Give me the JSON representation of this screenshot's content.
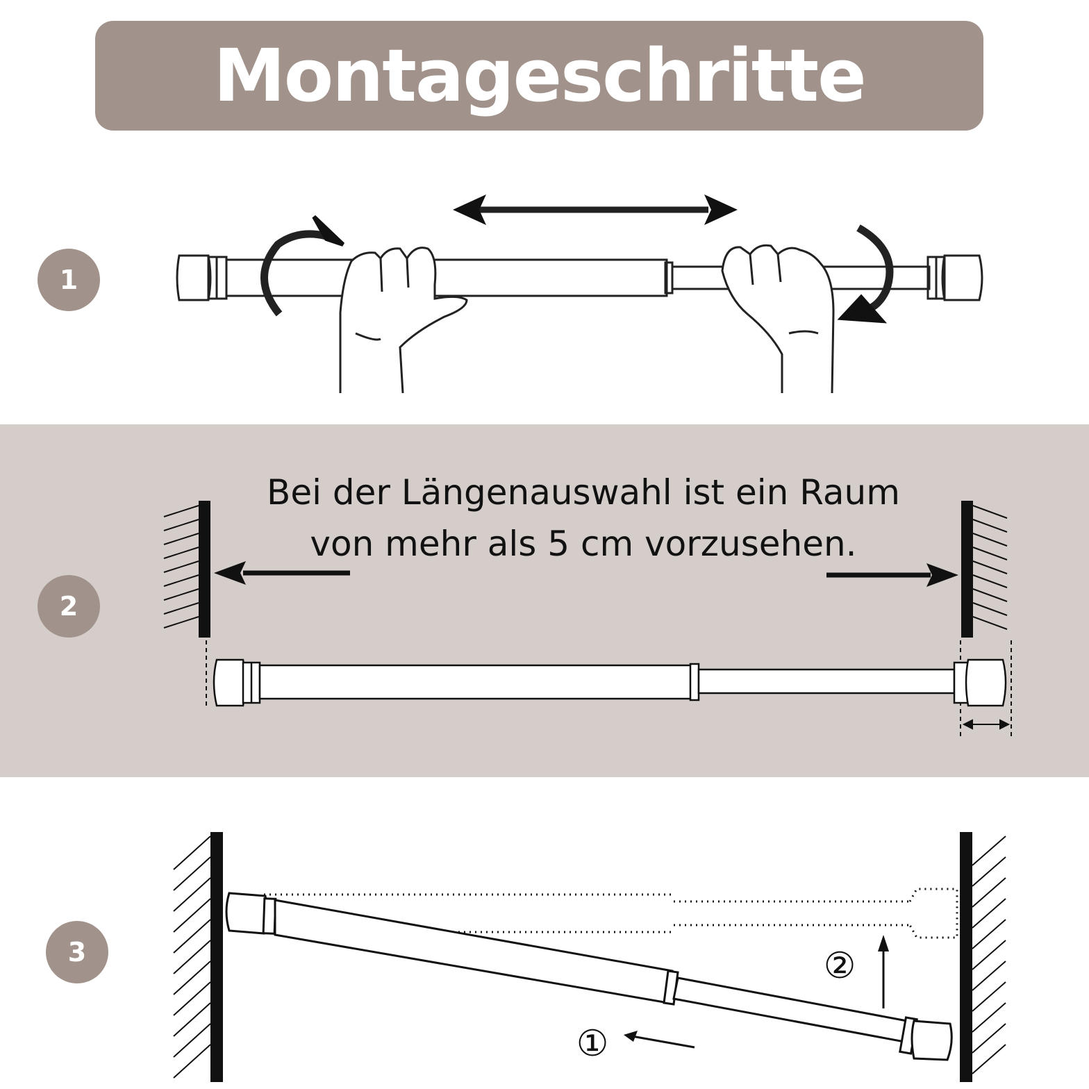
{
  "header": {
    "title": "Montageschritte"
  },
  "steps": [
    {
      "number": "1"
    },
    {
      "number": "2",
      "note": "Bei der Längenauswahl ist ein Raum von mehr als 5 cm vorzusehen."
    },
    {
      "number": "3",
      "callouts": [
        "①",
        "②"
      ]
    }
  ],
  "colors": {
    "accent": "#a1938b",
    "band_background": "#d4cdc9",
    "line_art": "#111111",
    "badge_text": "#ffffff"
  }
}
